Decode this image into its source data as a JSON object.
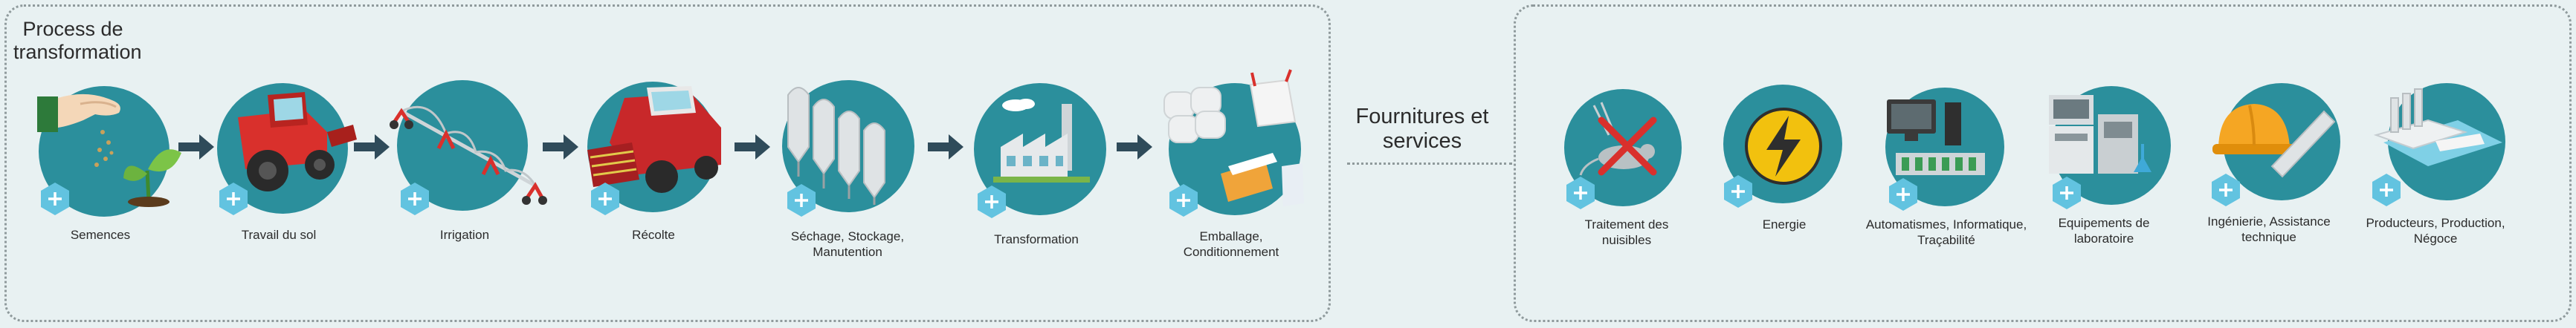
{
  "process": {
    "title": "Process de transformation",
    "steps": [
      {
        "label": "Semences",
        "icon": "seeds-hand-icon"
      },
      {
        "label": "Travail du sol",
        "icon": "tractor-icon"
      },
      {
        "label": "Irrigation",
        "icon": "irrigation-pivot-icon"
      },
      {
        "label": "Récolte",
        "icon": "combine-harvester-icon"
      },
      {
        "label": "Séchage, Stockage, Manutention",
        "icon": "silos-icon"
      },
      {
        "label": "Transformation",
        "icon": "factory-icon"
      },
      {
        "label": "Emballage, Conditionnement",
        "icon": "packaging-icon"
      }
    ]
  },
  "services": {
    "title": "Fournitures et services",
    "items": [
      {
        "label": "Traitement des nuisibles",
        "icon": "pest-control-icon"
      },
      {
        "label": "Energie",
        "icon": "lightning-icon"
      },
      {
        "label": "Automatismes, Informatique, Traçabilité",
        "icon": "computer-automation-icon"
      },
      {
        "label": "Equipements de laboratoire",
        "icon": "lab-equipment-icon"
      },
      {
        "label": "Ingénierie, Assistance technique",
        "icon": "hard-hat-icon"
      },
      {
        "label": "Producteurs, Production, Négoce",
        "icon": "production-plant-icon"
      }
    ]
  },
  "colors": {
    "background": "#e8f1f2",
    "circle": "#2b8f9c",
    "plus_hex": "#62c3e0",
    "arrow": "#2f4b5a",
    "border": "#8f9a9c"
  }
}
